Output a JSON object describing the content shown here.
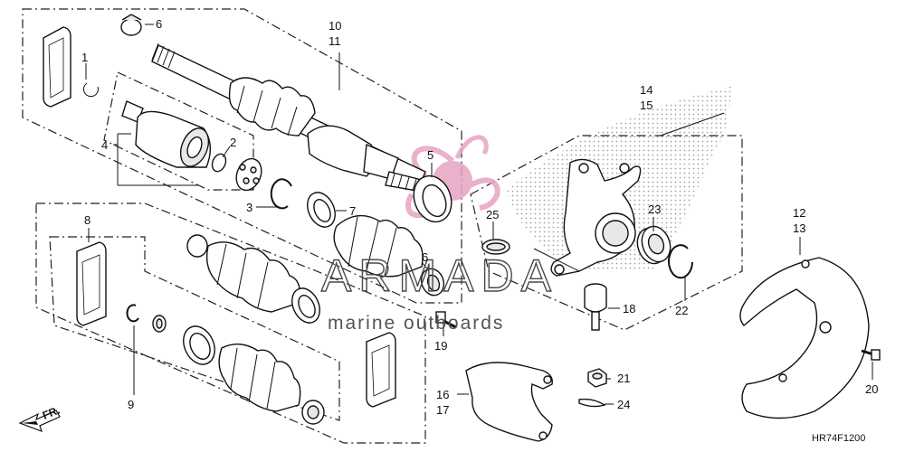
{
  "callouts": {
    "c1": "1",
    "c2": "2",
    "c3": "3",
    "c4": "4",
    "c5": "5",
    "c6a": "6",
    "c6b": "6",
    "c7": "7",
    "c8": "8",
    "c9": "9",
    "c10": "10",
    "c11": "11",
    "c12": "12",
    "c13": "13",
    "c14": "14",
    "c15": "15",
    "c16": "16",
    "c17": "17",
    "c18": "18",
    "c19": "19",
    "c20": "20",
    "c21": "21",
    "c22": "22",
    "c23": "23",
    "c24": "24",
    "c25": "25"
  },
  "diagram_code": "HR74F1200",
  "direction_label": "FR.",
  "watermark": {
    "title": "ARMADA",
    "subtitle": "marine outboards",
    "colors": {
      "logo": "#e7a3c4",
      "text": "#555555"
    }
  },
  "colors": {
    "line": "#111111",
    "background": "#ffffff"
  }
}
